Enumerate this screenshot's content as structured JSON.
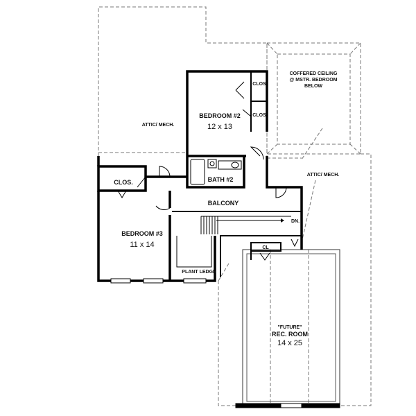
{
  "rooms": {
    "attic_left": {
      "name": "ATTIC/ MECH."
    },
    "attic_right": {
      "name": "ATTIC/ MECH."
    },
    "coffered": {
      "line1": "COFFERED CEILING",
      "line2": "@ MSTR. BEDROOM",
      "line3": "BELOW"
    },
    "bedroom2": {
      "name": "BEDROOM #2",
      "size": "12 x 13"
    },
    "clos_a": {
      "name": "CLOS"
    },
    "clos_b": {
      "name": "CLOS"
    },
    "bath2": {
      "name": "BATH #2"
    },
    "clos_main": {
      "name": "CLOS."
    },
    "balcony": {
      "name": "BALCONY"
    },
    "stair": {
      "label": "DN."
    },
    "bedroom3": {
      "name": "BEDROOM #3",
      "size": "11 x 14"
    },
    "plant_ledge": {
      "name": "PLANT LEDGE"
    },
    "closet_cl": {
      "name": "CL"
    },
    "rec_room": {
      "tag": "\"FUTURE\"",
      "name": "REC. ROOM",
      "size": "14 x 25"
    }
  }
}
